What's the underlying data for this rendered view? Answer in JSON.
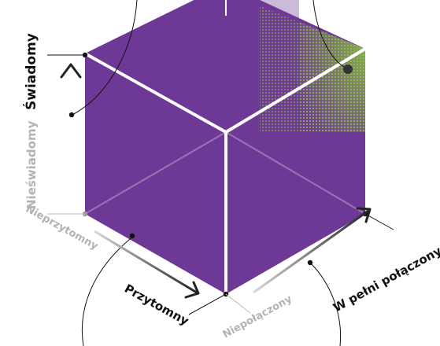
{
  "labels": {
    "aware": "Świadomy",
    "unaware": "Nieświadomy",
    "not_present": "Nieprzytomny",
    "present": "Przytomny",
    "disconnected": "Niepołączony",
    "fully_connected": "W pełni połączony"
  },
  "colors": {
    "cube_fill": "#6e3996",
    "cube_lines": "#ffffff",
    "accent_green": "#8dc63f",
    "text_dark": "#111111",
    "text_gray": "#b3b3b3"
  }
}
